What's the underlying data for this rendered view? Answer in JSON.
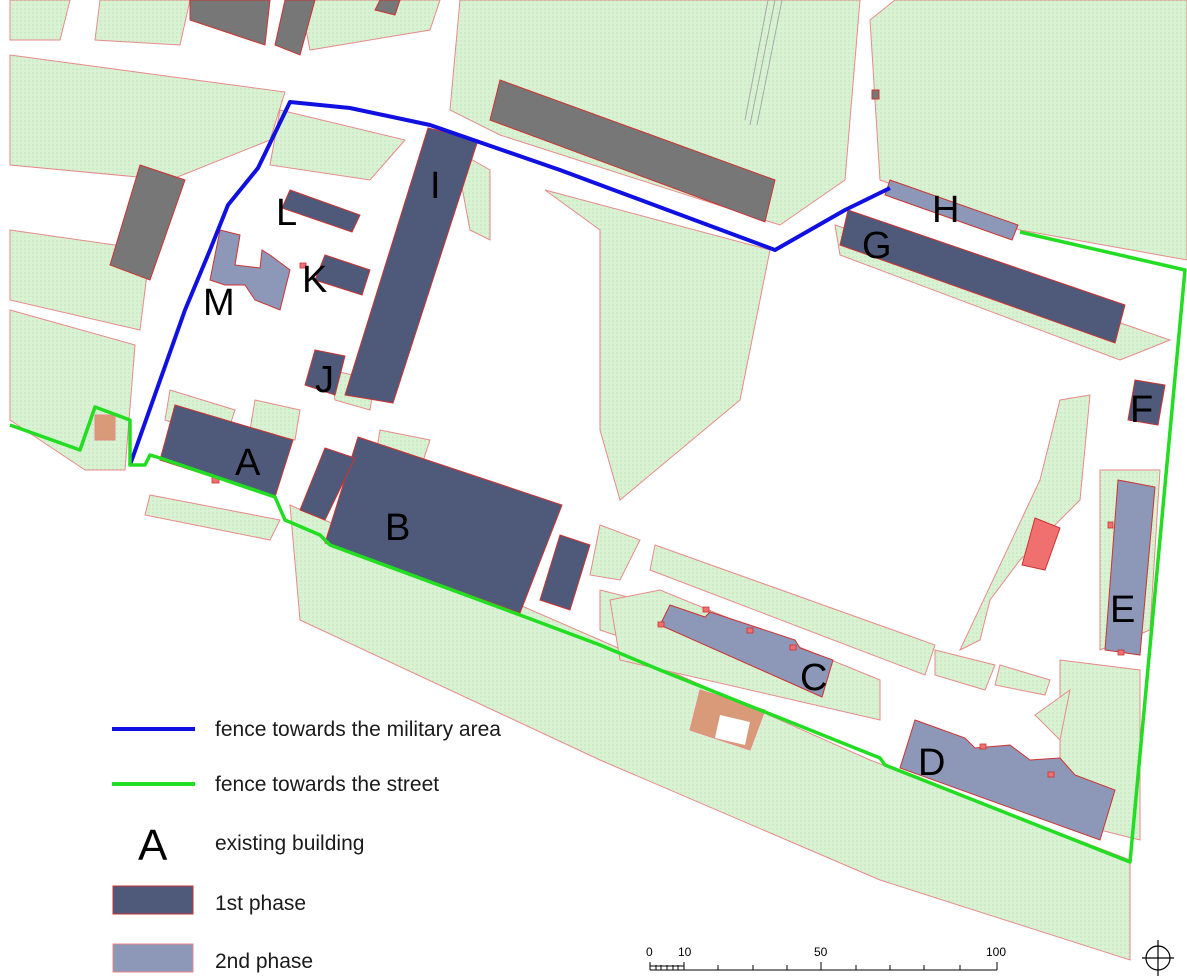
{
  "colors": {
    "green_area": "#d9f2d4",
    "green_outline": "#e88a8a",
    "road": "#ffffff",
    "phase1": "#4f5a7a",
    "phase2": "#8d97b8",
    "existing_other": "#777777",
    "fence_military": "#1010e0",
    "fence_street": "#22dd22",
    "red_accent": "#f07070",
    "brown_patch": "#d99a7a"
  },
  "buildings": {
    "A": "A",
    "B": "B",
    "C": "C",
    "D": "D",
    "E": "E",
    "F": "F",
    "G": "G",
    "H": "H",
    "I": "I",
    "J": "J",
    "K": "K",
    "L": "L",
    "M": "M"
  },
  "legend": {
    "fence_military": "fence towards the military area",
    "fence_street": "fence towards the street",
    "existing_letter": "A",
    "existing": "existing building",
    "phase1": "1st phase",
    "phase2": "2nd phase"
  },
  "scale_bar": {
    "labels": [
      "0",
      "10",
      "50",
      "100"
    ]
  },
  "north_icon": "north-arrow-icon"
}
